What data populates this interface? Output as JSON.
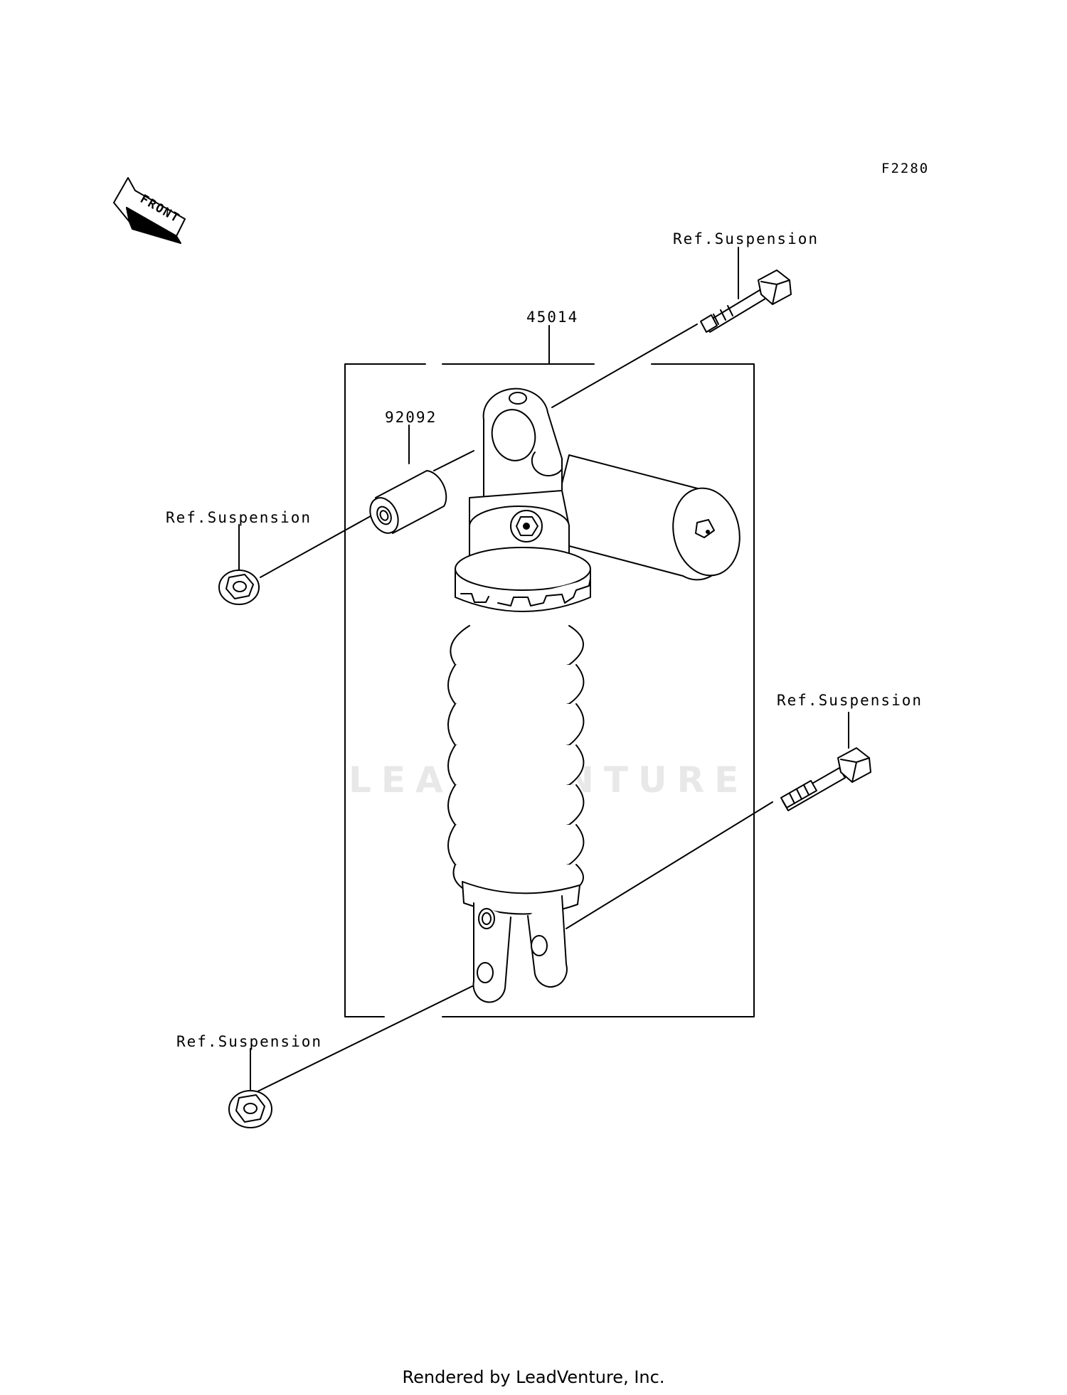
{
  "diagram": {
    "figure_code": "F2280",
    "front_arrow_label": "FRONT",
    "assembly_part_number": "45014",
    "bushing_part_number": "92092",
    "ref_top_bolt": "Ref.Suspension",
    "ref_upper_nut": "Ref.Suspension",
    "ref_lower_bolt": "Ref.Suspension",
    "ref_lower_nut": "Ref.Suspension",
    "watermark": "LEADVENTURE",
    "footer": "Rendered by LeadVenture, Inc."
  }
}
